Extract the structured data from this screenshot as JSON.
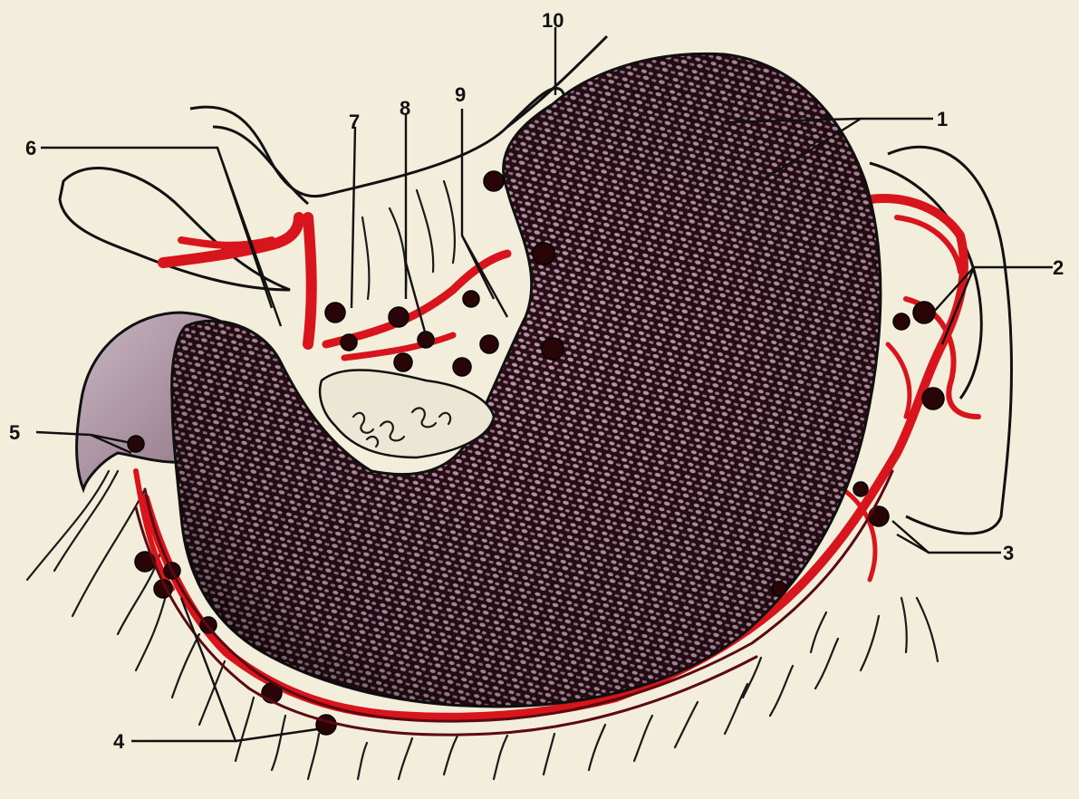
{
  "labels": [
    "1",
    "2",
    "3",
    "4",
    "5",
    "6",
    "7",
    "8",
    "9",
    "10"
  ],
  "colors": {
    "paper": "#f3eedc",
    "stomach": "#2a0d16",
    "mesh": "#b89aa8",
    "vessels": "#d8141c",
    "nodes": "#2a0508",
    "pylorus": "#b7a1ad"
  }
}
